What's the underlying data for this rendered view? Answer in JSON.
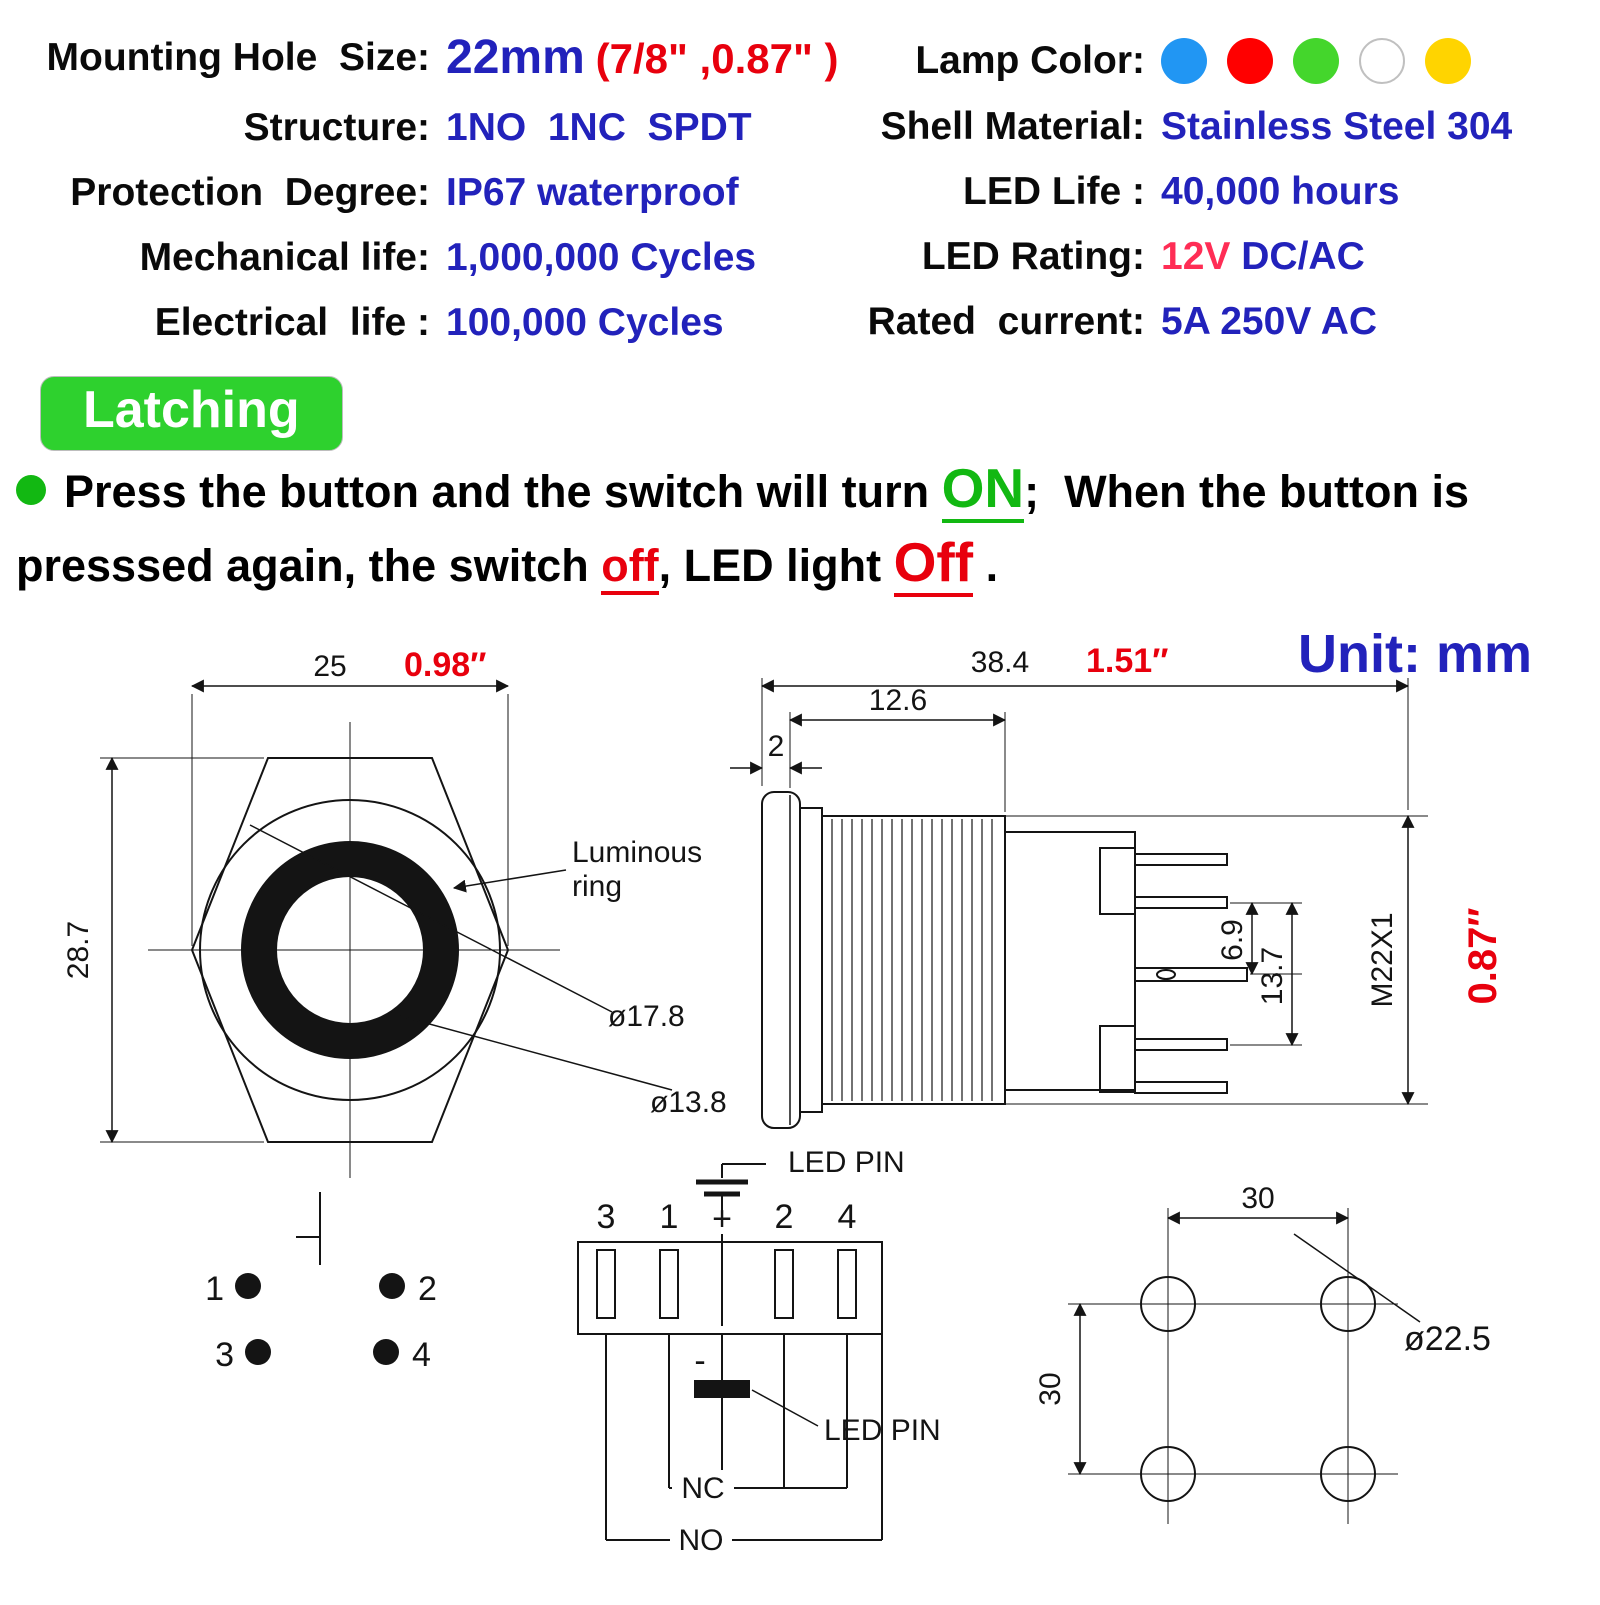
{
  "colors": {
    "blue": "#2222bb",
    "red": "#e8000d",
    "pink": "#ff2d55",
    "badge_green": "#2ed12e",
    "text_green": "#12b812"
  },
  "specs_left": [
    {
      "label": "Mounting Hole  Size:",
      "value": "22mm",
      "extra": "(7/8\" ,0.87\" )"
    },
    {
      "label": "Structure:",
      "value": "1NO  1NC  SPDT"
    },
    {
      "label": "Protection  Degree:",
      "value": "IP67 waterproof"
    },
    {
      "label": "Mechanical life:",
      "value": "1,000,000 Cycles"
    },
    {
      "label": "Electrical  life :",
      "value": "100,000 Cycles"
    }
  ],
  "specs_right": [
    {
      "label": "Lamp Color:"
    },
    {
      "label": "Shell Material:",
      "value": "Stainless Steel 304"
    },
    {
      "label": "LED Life :",
      "value": "40,000 hours"
    },
    {
      "label": "LED Rating:",
      "value_hot": "12V",
      "value": " DC/AC"
    },
    {
      "label": "Rated  current:",
      "value": "5A 250V AC"
    }
  ],
  "lamp_colors": [
    "#2196f3",
    "#ff0000",
    "#44d62c",
    "#ffffff",
    "#ffd400"
  ],
  "badge": {
    "label": "Latching"
  },
  "description": {
    "part1": "Press the button and the switch will turn ",
    "on": "ON",
    "part2": ";  When the button is presssed again, the switch ",
    "off": "off",
    "part3": ", LED light ",
    "off2": "Off",
    "part4": " ."
  },
  "drawing": {
    "unit_label": "Unit: mm",
    "front": {
      "width_mm": "25",
      "width_in": "0.98″",
      "height_mm": "28.7",
      "luminous_line1": "Luminous",
      "luminous_line2": "ring",
      "dia_outer": "ø17.8",
      "dia_inner": "ø13.8"
    },
    "side": {
      "total_mm": "38.4",
      "total_in": "1.51″",
      "thread_len": "12.6",
      "cap_thickness": "2",
      "pin_gap1": "6.9",
      "pin_gap2": "13.7",
      "thread_spec": "M22X1",
      "od_in": "0.87″"
    },
    "pin_numbers": [
      "1",
      "2",
      "3",
      "4"
    ],
    "schematic": {
      "led_pin_top": "LED PIN",
      "led_pin_bottom": "LED PIN",
      "pins": [
        "3",
        "1",
        "+",
        "2",
        "4"
      ],
      "minus": "-",
      "nc": "NC",
      "no": "NO"
    },
    "mounting": {
      "pitch_h": "30",
      "pitch_v": "30",
      "hole_dia": "ø22.5"
    }
  }
}
